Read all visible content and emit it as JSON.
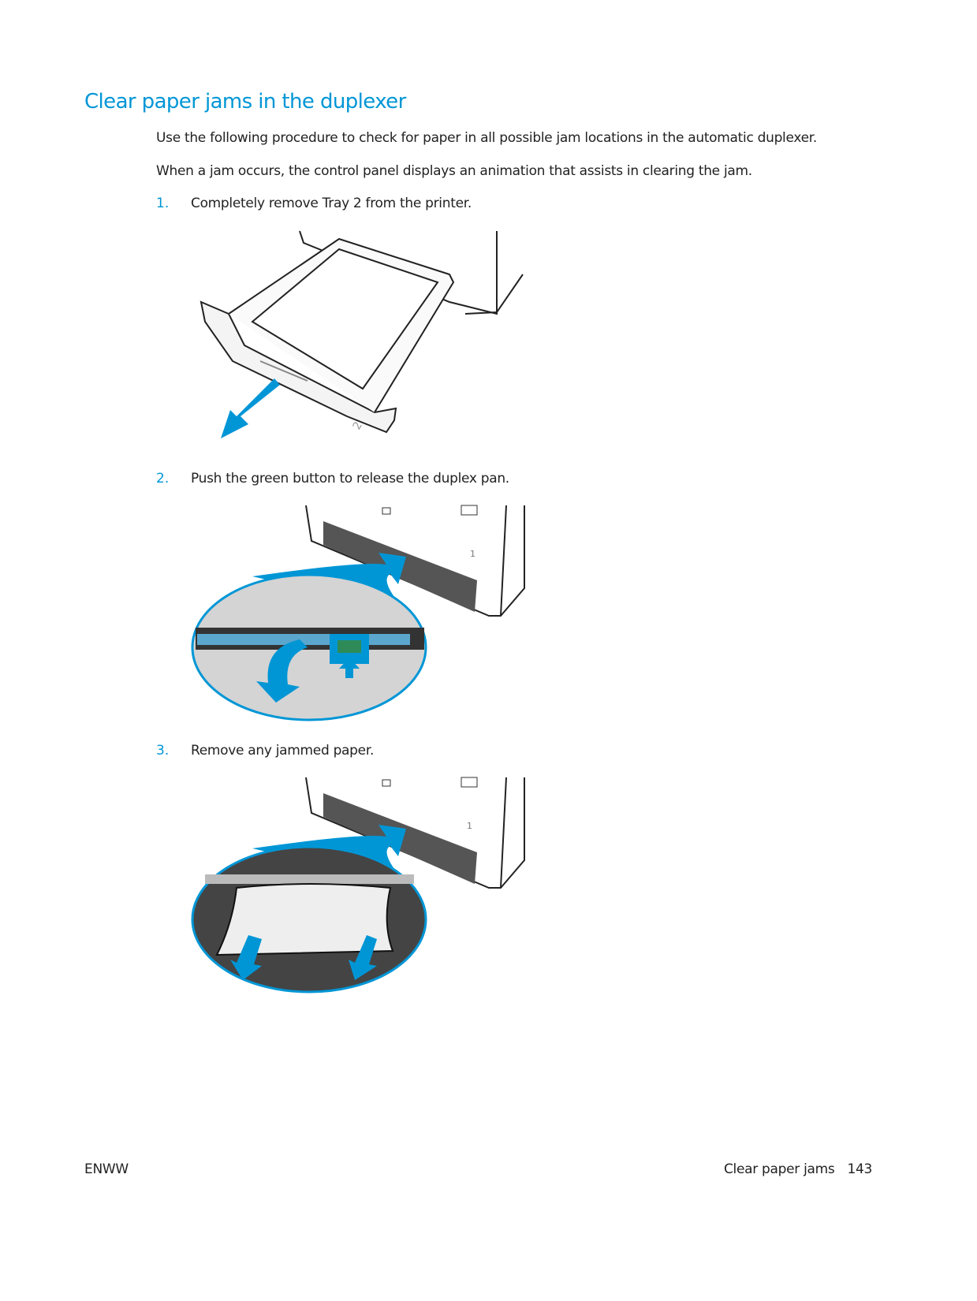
{
  "title": "Clear paper jams in the duplexer",
  "intro": [
    "Use the following procedure to check for paper in all possible jam locations in the automatic duplexer.",
    "When a jam occurs, the control panel displays an animation that assists in clearing the jam."
  ],
  "steps": [
    {
      "number": "1.",
      "text": "Completely remove Tray 2 from the printer.",
      "figure_label": "2"
    },
    {
      "number": "2.",
      "text": "Push the green button to release the duplex pan.",
      "figure_label": "1"
    },
    {
      "number": "3.",
      "text": "Remove any jammed paper.",
      "figure_label": "1"
    }
  ],
  "footer": {
    "left": "ENWW",
    "section": "Clear paper jams",
    "page": "143"
  },
  "colors": {
    "accent": "#0096d6",
    "panel": "#555555",
    "button": "#2e8b57"
  }
}
